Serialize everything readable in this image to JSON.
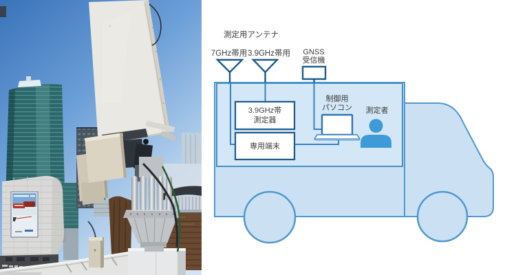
{
  "diagram": {
    "antenna_group_label": "測定用アンテナ",
    "antenna_7ghz_label": "7GHz帯用",
    "antenna_3_9ghz_label": "3.9GHz帯用",
    "gnss_label": {
      "line1": "GNSS",
      "line2": "受信機"
    },
    "instrument_box": {
      "line1": "3.9GHz帯",
      "line2": "測定器"
    },
    "terminal_box_label": "専用端末",
    "control_pc_label": {
      "line1": "制御用",
      "line2": "パソコン"
    },
    "operator_label": "測定者",
    "colors": {
      "van_fill": "#cbe1f3",
      "van_outline": "#4f98cf",
      "room_outline": "#4690c6",
      "device_outline": "#1d5a8e",
      "connector_line": "#3b82bd",
      "figure_blue": "#3f9bd8",
      "label_text": "#3d3d3d"
    }
  }
}
